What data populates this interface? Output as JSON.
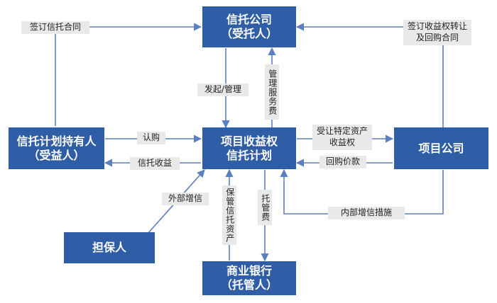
{
  "nodes": {
    "trust_company": {
      "line1": "信托公司",
      "line2": "（受托人）"
    },
    "trust_plan": {
      "line1": "项目收益权",
      "line2": "信托计划"
    },
    "beneficiary": {
      "line1": "信托计划持有人",
      "line2": "（受益人）"
    },
    "project_company": {
      "line1": "项目公司"
    },
    "guarantor": {
      "line1": "担保人"
    },
    "bank": {
      "line1": "商业银行",
      "line2": "（托管人）"
    }
  },
  "edges": {
    "sign_trust_contract": "签订信托合同",
    "sign_repurchase_contract": "签订收益权转让及回购合同",
    "initiate_manage": "发起/管理",
    "management_fee": "管理服务费",
    "subscribe": "认购",
    "trust_income": "信托收益",
    "transfer_income_right": "受让特定资产收益权",
    "repurchase_price": "回购价款",
    "external_credit": "外部增信",
    "custody_assets": "保管信托资产",
    "custody_fee": "托管费",
    "internal_credit": "内部增信措施"
  },
  "colors": {
    "node_fill": "#2f5ea6",
    "line": "#5b7fc0",
    "label_bg": "#e9e9e9"
  }
}
